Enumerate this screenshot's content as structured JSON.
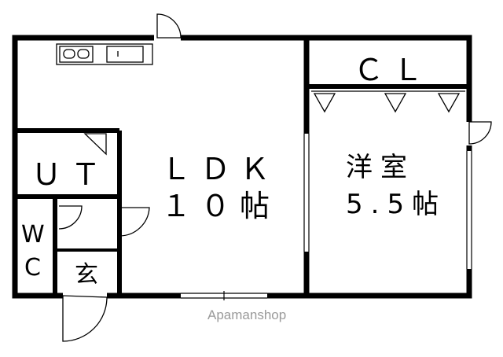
{
  "rooms": {
    "ldk": {
      "name": "ＬＤＫ",
      "size": "１０帖"
    },
    "western": {
      "name": "洋室",
      "size": "5.5帖"
    },
    "closet": {
      "name": "ＣＬ"
    },
    "utility": {
      "name": "ＵＴ"
    },
    "wc_top": "W",
    "wc_bottom": "C",
    "entrance": "玄"
  },
  "watermark": "Apamanshop",
  "colors": {
    "wall": "#000000",
    "background": "#ffffff",
    "watermark": "#9a9a9a"
  }
}
